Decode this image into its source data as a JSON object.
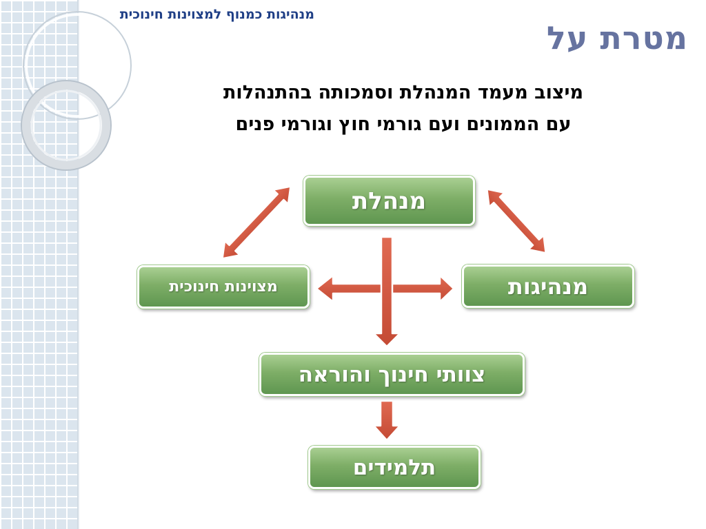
{
  "header": {
    "title": "מנהיגות כמנוף למצוינות חינוכית"
  },
  "slide": {
    "title": "מטרת על"
  },
  "subtitle": {
    "line1": "מיצוב מעמד המנהלת וסמכותה בהתנהלות",
    "line2": "עם הממונים ועם גורמי חוץ וגורמי פנים"
  },
  "diagram": {
    "top_node": "מנהלת",
    "left_node": "מצוינות חינוכית",
    "right_node": "מנהיגות",
    "middle_node": "צוותי חינוך והוראה",
    "bottom_node": "תלמידים"
  },
  "colors": {
    "node_fill": "#7eae67",
    "arrow_fill": "#d2543d",
    "header_text": "#1f3f86",
    "title_text": "#6673a0"
  }
}
